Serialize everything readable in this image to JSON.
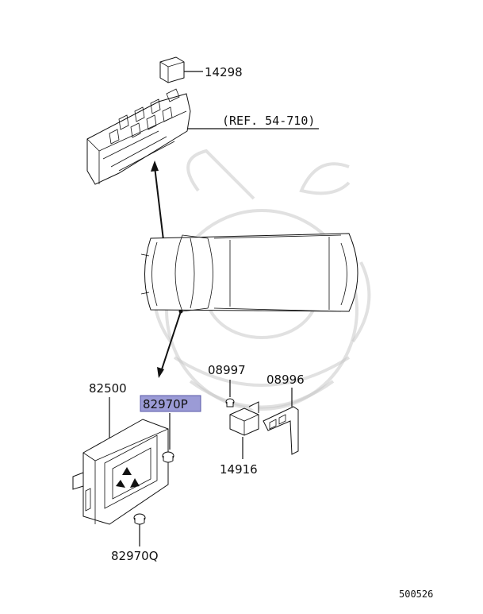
{
  "diagram": {
    "labels": {
      "relay": "14298",
      "reference": "(REF. 54-710)",
      "control_unit": "82500",
      "screw_highlighted": "82970P",
      "screw_lower": "82970Q",
      "bolt": "08997",
      "bracket": "08996",
      "relay_small": "14916",
      "drawing_number": "500526"
    },
    "highlight_color": "#9b9bd6",
    "line_color": "#111111",
    "watermark_color": "#c8c8c8"
  }
}
